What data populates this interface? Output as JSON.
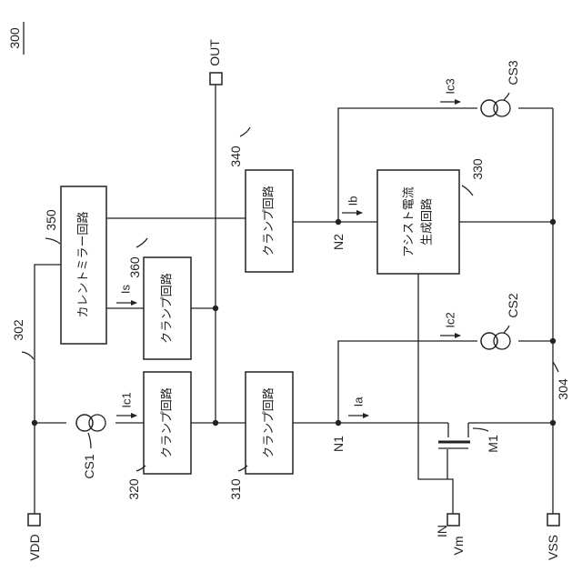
{
  "figure_number": "300",
  "terminals": {
    "out": "OUT",
    "vdd": "VDD",
    "in_upper": "IN",
    "in_lower": "Vm",
    "vss": "VSS"
  },
  "blocks": {
    "current_mirror": "カレントミラー回路",
    "clamp_320": "クランプ回路",
    "clamp_360": "クランプ回路",
    "clamp_310": "クランプ回路",
    "clamp_340": "クランプ回路",
    "assist_line1": "アシスト電流",
    "assist_line2": "生成回路"
  },
  "refs": {
    "r302": "302",
    "r350": "350",
    "r360": "360",
    "r340": "340",
    "r330": "330",
    "r304": "304",
    "r310": "310",
    "r320": "320"
  },
  "nodes": {
    "n1": "N1",
    "n2": "N2"
  },
  "sources": {
    "cs1": "CS1",
    "cs2": "CS2",
    "cs3": "CS3"
  },
  "transistor": "M1",
  "currents": {
    "ic1": "Ic1",
    "is": "Is",
    "ia": "Ia",
    "ib": "Ib",
    "ic2": "Ic2",
    "ic3": "Ic3"
  }
}
